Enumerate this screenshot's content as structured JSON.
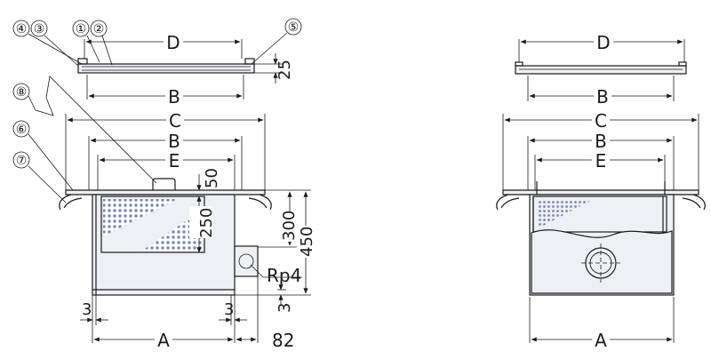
{
  "dimensions": {
    "A": "A",
    "B": "B",
    "C": "C",
    "D": "D",
    "E": "E",
    "d25": "25",
    "d50": "50",
    "d250": "250",
    "d300": "300",
    "d450": "450",
    "d3": "3",
    "d82": "82",
    "rp4": "Rp4"
  },
  "callouts": [
    "①",
    "②",
    "③",
    "④",
    "⑤",
    "⑥",
    "⑦",
    "⑧"
  ],
  "colors": {
    "line": "#1a1a1a",
    "body_fill": "#eef0f5",
    "accent": "#7a86b8"
  }
}
